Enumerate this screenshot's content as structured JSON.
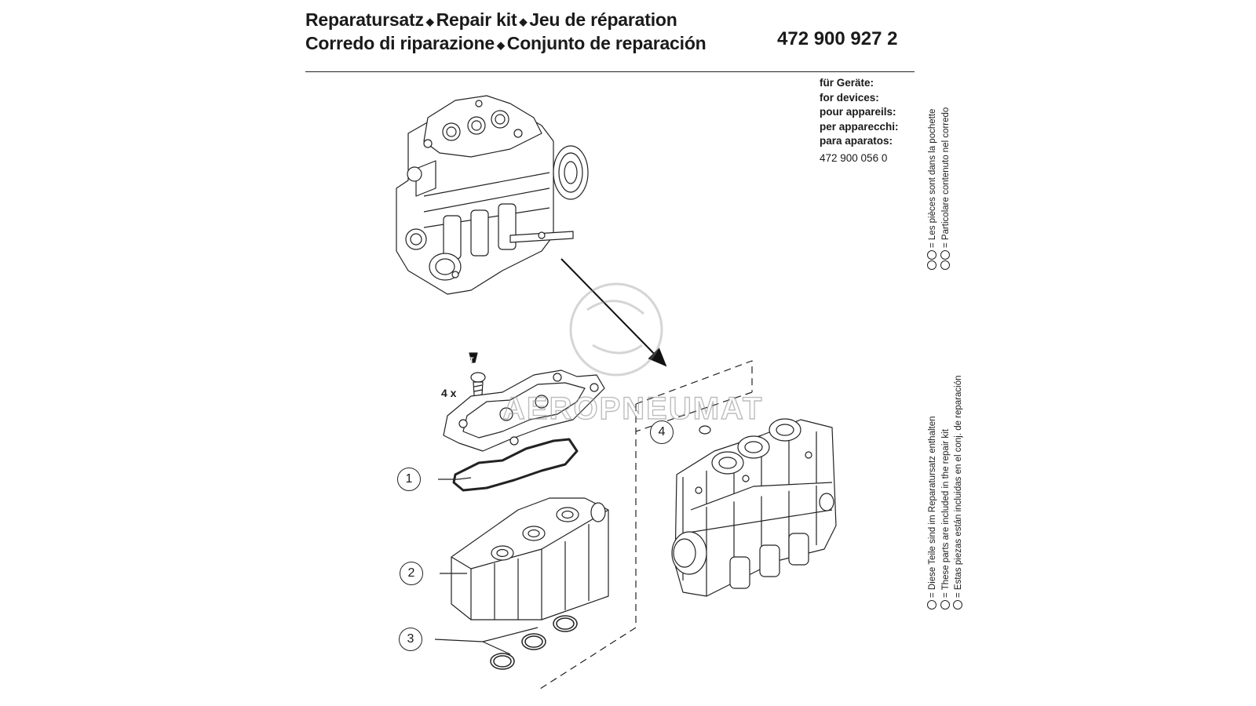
{
  "header": {
    "line1": [
      "Reparatursatz",
      "Repair kit",
      "Jeu de réparation"
    ],
    "line2": [
      "Corredo di riparazione",
      "Conjunto de reparación"
    ],
    "separator": "◆",
    "part_number": "472 900 927 2"
  },
  "devices": {
    "labels": [
      "für Geräte:",
      "for devices:",
      "pour appareils:",
      "per apparecchi:",
      "para aparatos:"
    ],
    "number": "472 900 056 0"
  },
  "legend_pouch": [
    "= Les pièces sont dans la pochette",
    "= Particolare contenuto nel corredo"
  ],
  "legend_kit": [
    "= Diese Teile sind im Reparatursatz enthalten",
    "= These parts are included in the repair kit",
    "= Estas piezas están incluidas en el conj. de reparación"
  ],
  "diagram": {
    "quantity_label": "4 x",
    "callouts": [
      "1",
      "2",
      "3",
      "4"
    ],
    "torque_mark": "T",
    "watermark": "AEROPNEUMAT"
  }
}
